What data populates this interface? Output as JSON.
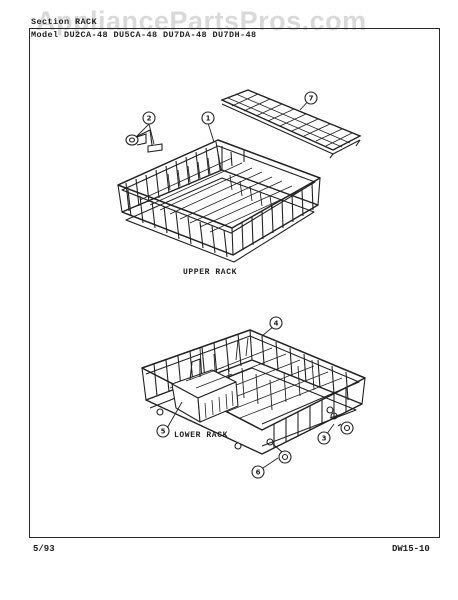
{
  "watermark": "AppliancePartsPros.com",
  "header": {
    "section": "Section RACK",
    "model": "Model DU2CA-48 DU5CA-48 DU7DA-48 DU7DH-48"
  },
  "labels": {
    "upper_rack": "UPPER RACK",
    "lower_rack": "LOWER RACK"
  },
  "callouts": [
    "1",
    "2",
    "3",
    "4",
    "5",
    "6",
    "7"
  ],
  "footer": {
    "date": "5/93",
    "code": "DW15-10"
  }
}
